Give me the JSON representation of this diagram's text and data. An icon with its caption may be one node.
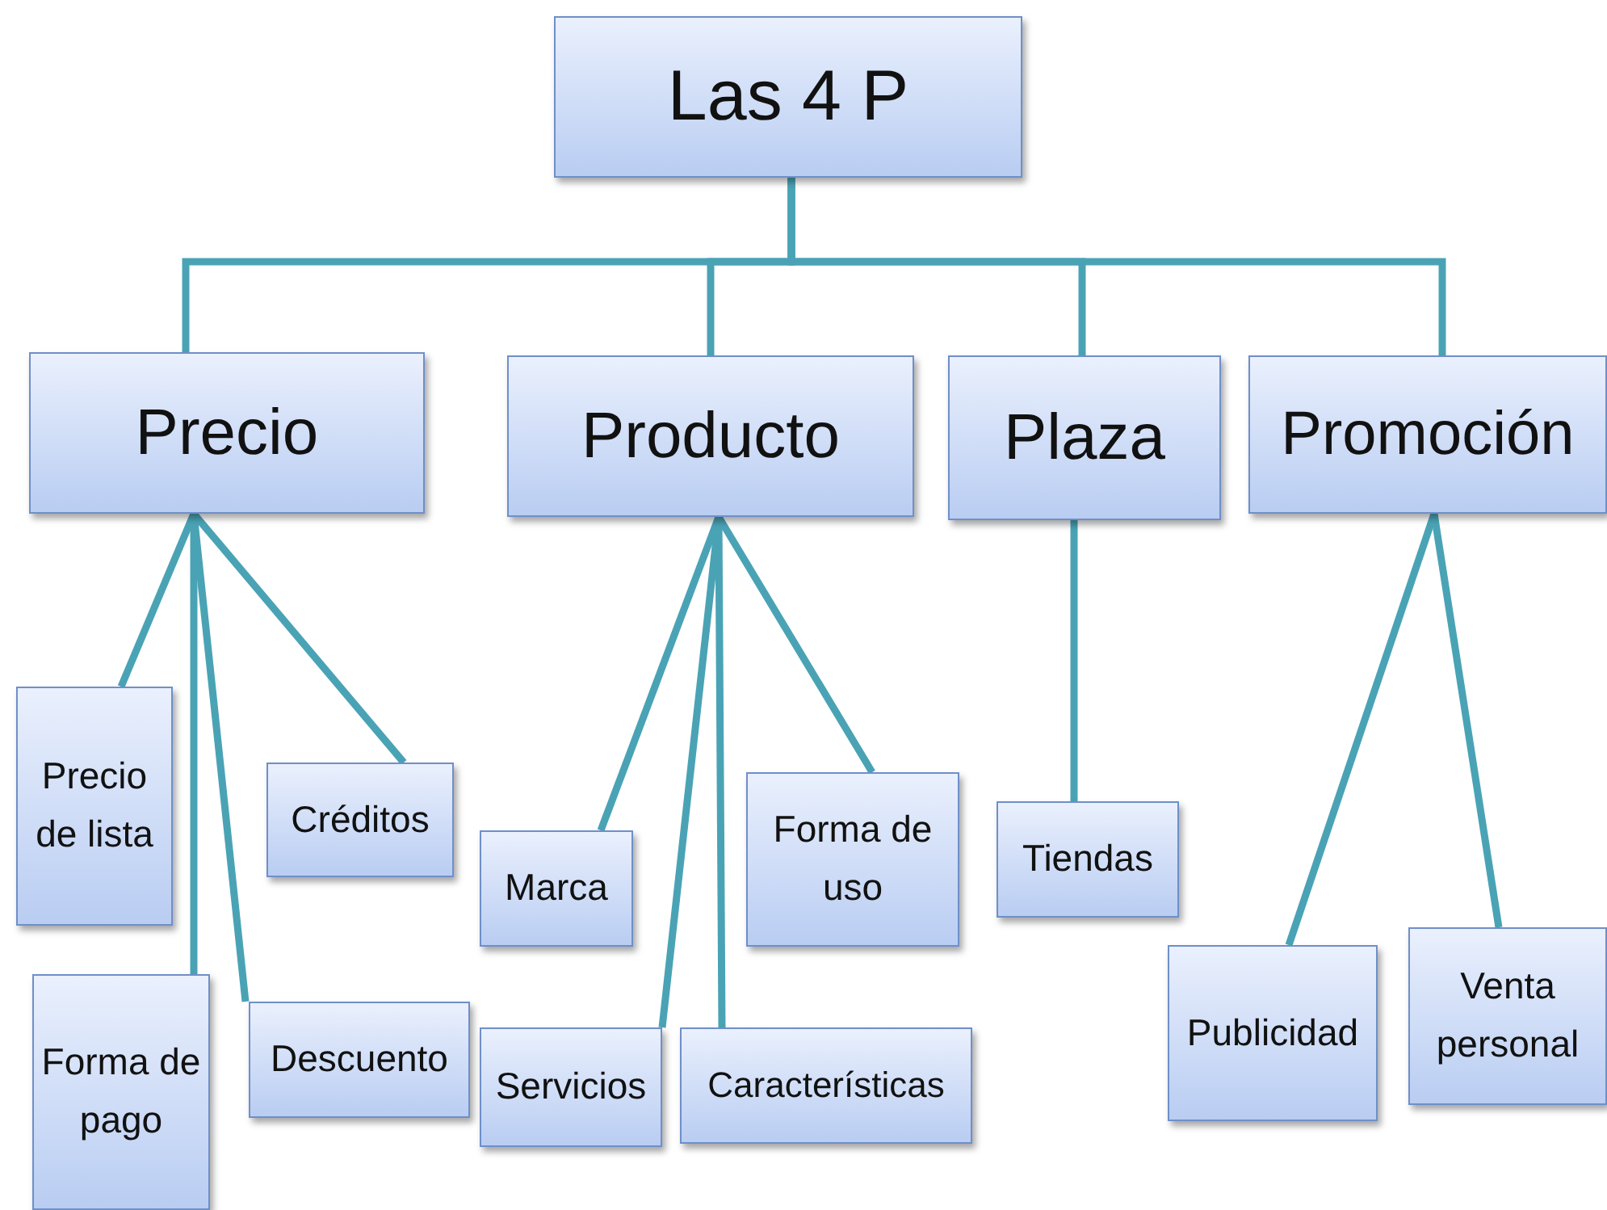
{
  "diagram": {
    "nodes": [
      {
        "text": [
          "Las 4 P"
        ]
      },
      {
        "text": [
          "Precio"
        ]
      },
      {
        "text": [
          "Producto"
        ]
      },
      {
        "text": [
          "Plaza"
        ]
      },
      {
        "text": [
          "Promoción"
        ]
      },
      {
        "text": [
          "Precio de lista"
        ]
      },
      {
        "text": [
          "Créditos"
        ]
      },
      {
        "text": [
          "Forma de pago"
        ]
      },
      {
        "text": [
          "Descuento"
        ]
      },
      {
        "text": [
          "Marca"
        ]
      },
      {
        "text": [
          "Forma de uso"
        ]
      },
      {
        "text": [
          "Servicios"
        ]
      },
      {
        "text": [
          "Características"
        ]
      },
      {
        "text": [
          "Tiendas"
        ]
      },
      {
        "text": [
          "Publicidad"
        ]
      },
      {
        "text": [
          "Venta personal"
        ]
      }
    ],
    "edges": [
      {
        "from": 0,
        "to": 1,
        "arrow": "none"
      },
      {
        "from": 0,
        "to": 2,
        "arrow": "none"
      },
      {
        "from": 0,
        "to": 3,
        "arrow": "none"
      },
      {
        "from": 0,
        "to": 4,
        "arrow": "none"
      },
      {
        "from": 1,
        "to": 5,
        "arrow": "none"
      },
      {
        "from": 1,
        "to": 6,
        "arrow": "none"
      },
      {
        "from": 1,
        "to": 7,
        "arrow": "none"
      },
      {
        "from": 1,
        "to": 8,
        "arrow": "none"
      },
      {
        "from": 2,
        "to": 9,
        "arrow": "none"
      },
      {
        "from": 2,
        "to": 10,
        "arrow": "none"
      },
      {
        "from": 2,
        "to": 11,
        "arrow": "none"
      },
      {
        "from": 2,
        "to": 12,
        "arrow": "none"
      },
      {
        "from": 3,
        "to": 13,
        "arrow": "none"
      },
      {
        "from": 4,
        "to": 14,
        "arrow": "none"
      },
      {
        "from": 4,
        "to": 15,
        "arrow": "none"
      }
    ]
  }
}
